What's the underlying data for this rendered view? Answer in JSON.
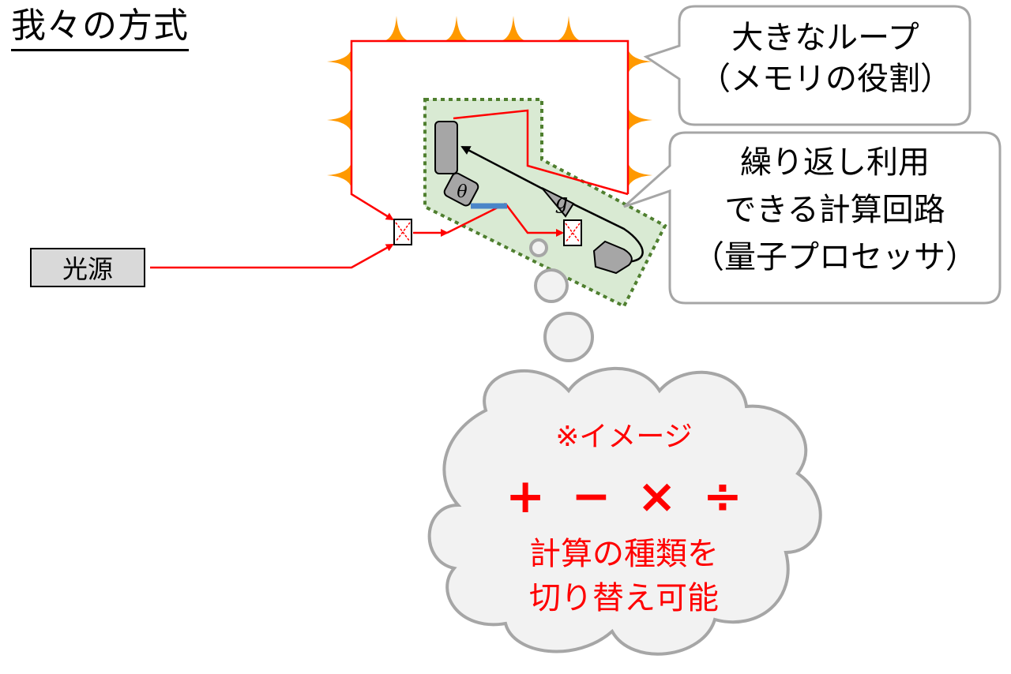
{
  "title": "我々の方式",
  "light_source": "光源",
  "loop_callout": {
    "line1": "大きなループ",
    "line2": "（メモリの役割）"
  },
  "processor_callout": {
    "line1": "繰り返し利用",
    "line2": "できる計算回路",
    "line3": "（量子プロセッサ）"
  },
  "thought_cloud": {
    "note": "※イメージ",
    "symbols": [
      "+",
      "−",
      "×",
      "÷"
    ],
    "line1": "計算の種類を",
    "line2": "切り替え可能"
  },
  "component_labels": {
    "theta": "θ",
    "g": "g"
  },
  "colors": {
    "beam": "#ff0000",
    "loss_spikes": "#ff9900",
    "processor_fill": "#d9ead3",
    "processor_border": "#4f7f2f",
    "component": "#a6a6a6",
    "phase_plate": "#4a86c8",
    "cloud_fill": "#f2f2f2",
    "cloud_stroke": "#a6a6a6",
    "cloud_text": "#ff0000"
  }
}
